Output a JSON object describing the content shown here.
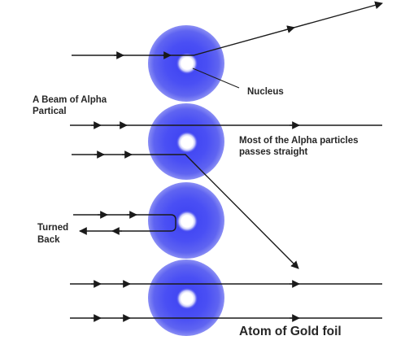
{
  "labels": {
    "nucleus": "Nucleus",
    "beam_line1": "A Beam of Alpha",
    "beam_line2": "Partical",
    "straight_line1": "Most of the Alpha particles",
    "straight_line2": "passes straight",
    "turned_line1": "Turned",
    "turned_line2": "Back",
    "foil": "Atom of Gold foil"
  },
  "colors": {
    "atom_center": "#4a4ff4",
    "atom_edge": "#6e72f0",
    "atom_glow": "#9a9ef6",
    "nucleus_fill": "#ffffff",
    "ray": "#1a1a1a",
    "label_text": "#262626"
  }
}
